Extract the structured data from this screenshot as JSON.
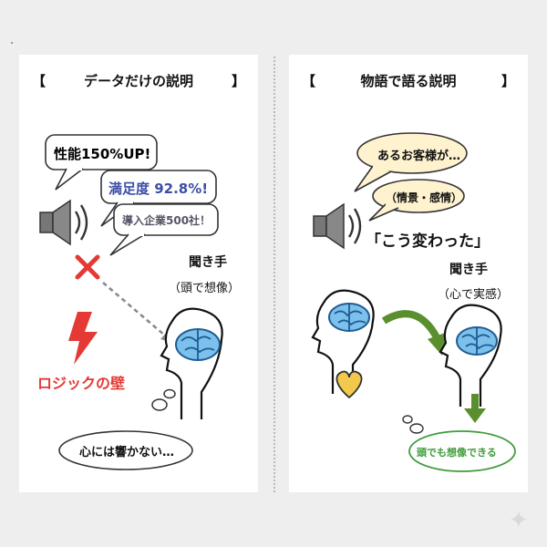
{
  "left": {
    "bracket_open": "【",
    "bracket_close": "】",
    "title": "データだけの説明",
    "bubbles": [
      "性能150%UP!",
      "満足度 92.8%!",
      "導入企業500社！"
    ],
    "listener_label": "聞き手",
    "listener_sub": "（頭で想像）",
    "wall_label": "ロジックの壁",
    "thought": "心には響かない…"
  },
  "right": {
    "bracket_open": "【",
    "bracket_close": "】",
    "title": "物語で語る説明",
    "bubbles": [
      "あるお客様が…",
      "（情景・感情）"
    ],
    "quote": "「こう変わった」",
    "listener_label": "聞き手",
    "listener_sub": "（心で実感）",
    "thought": "頭でも想像できる"
  },
  "colors": {
    "brain": "#2f7fc1",
    "brain_light": "#7cc0ec",
    "cross": "#e53935",
    "lightning": "#e53935",
    "wall_text": "#e53935",
    "heart": "#f2c94c",
    "green_arrow": "#5a8f2f",
    "green_text": "#3f9c3a",
    "bubble1_text": "#3c4ea8",
    "bubble2_text": "#3c4ea8",
    "bubble3_text": "#556"
  }
}
